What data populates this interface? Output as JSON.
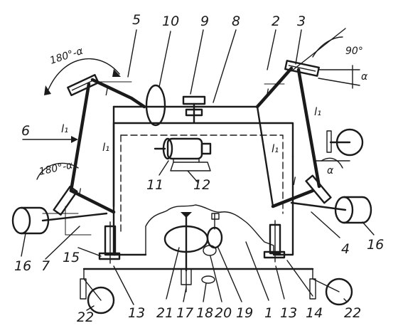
{
  "part_labels": {
    "p1": "1",
    "p2": "2",
    "p3": "3",
    "p4": "4",
    "p5": "5",
    "p6": "6",
    "p7": "7",
    "p8": "8",
    "p9": "9",
    "p10": "10",
    "p11": "11",
    "p12": "12",
    "p13a": "13",
    "p13b": "13",
    "p14": "14",
    "p15": "15",
    "p16a": "16",
    "p16b": "16",
    "p17": "17",
    "p18": "18",
    "p19": "19",
    "p20": "20",
    "p21": "21",
    "p22a": "22",
    "p22b": "22"
  },
  "angle_labels": {
    "a_top_left": "180°-α",
    "a_mid_left": "180°-α",
    "a_top_right": "90°",
    "alpha_top": "α",
    "alpha_right": "α"
  },
  "length_labels": {
    "l_top_left": "l",
    "l_top_right": "l",
    "l1_left_outer": "l₁",
    "l1_left_inner": "l₁",
    "l1_right_outer": "l₁",
    "l1_right_inner": "l₁",
    "l_left_low": "l",
    "l_right_low": "l"
  },
  "colors": {
    "ink": "#1a1a1a",
    "paper": "#ffffff"
  }
}
